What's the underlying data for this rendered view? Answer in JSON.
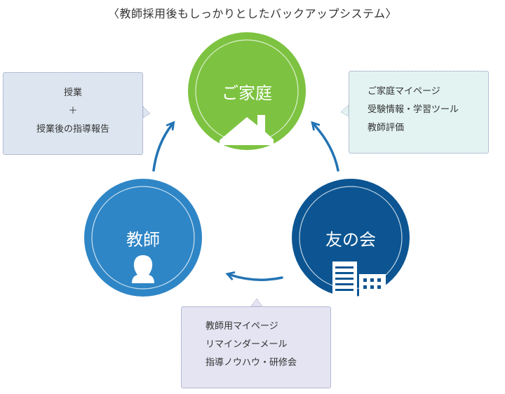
{
  "title": "〈教師採用後もしっかりとしたバックアップシステム〉",
  "nodes": {
    "family": {
      "label": "ご家庭",
      "color": "#7dc341"
    },
    "teacher": {
      "label": "教師",
      "color": "#2f86c6"
    },
    "association": {
      "label": "友の会",
      "color": "#0c5592"
    }
  },
  "boxes": {
    "teacher_to_family": {
      "lines": [
        "授業",
        "＋",
        "授業後の指導報告"
      ]
    },
    "association_to_family": {
      "lines": [
        "ご家庭マイページ",
        "受験情報・学習ツール",
        "教師評価"
      ]
    },
    "association_to_teacher": {
      "lines": [
        "教師用マイページ",
        "リマインダーメール",
        "指導ノウハウ・研修会"
      ]
    }
  },
  "colors": {
    "arrow": "#2374b4",
    "box_border": "#8a8fb8"
  }
}
